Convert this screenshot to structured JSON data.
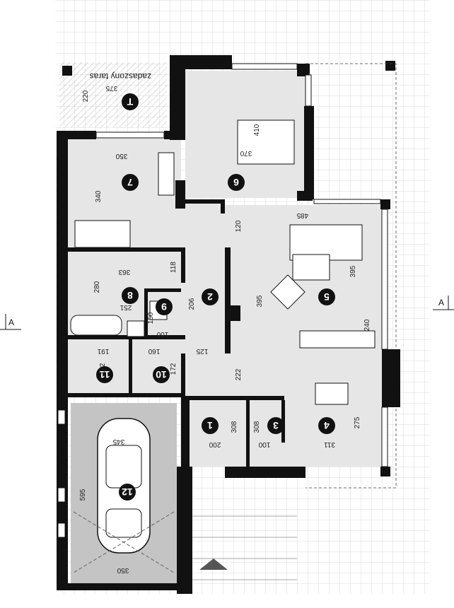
{
  "plan": {
    "section_label_left": "A",
    "section_label_right": "A",
    "terrace_label": "zadaszony taras",
    "rooms": [
      {
        "num": "1"
      },
      {
        "num": "2"
      },
      {
        "num": "3"
      },
      {
        "num": "4"
      },
      {
        "num": "5"
      },
      {
        "num": "6"
      },
      {
        "num": "7"
      },
      {
        "num": "8"
      },
      {
        "num": "9"
      },
      {
        "num": "10"
      },
      {
        "num": "11"
      },
      {
        "num": "12"
      },
      {
        "num": "T"
      }
    ],
    "dimensions": {
      "terrace_w": "375",
      "terrace_h": "220",
      "r7_w": "350",
      "r7_h": "340",
      "r6_w": "370",
      "r6_h": "410",
      "r5_w": "485",
      "r5_h": "395",
      "r5_b": "120",
      "r5_c": "395",
      "r5_d": "240",
      "r8_w": "363",
      "r8_h": "118",
      "r8_c": "280",
      "r8_d": "251",
      "r9_w": "100",
      "r9_h": "150",
      "r2_h": "206",
      "r2_w": "125",
      "r11_w": "191",
      "r11_h": "172",
      "r10_w": "160",
      "r10_h": "172",
      "r4_h": "222",
      "r4_w": "311",
      "r4_c": "275",
      "r1_w": "200",
      "r1_h": "308",
      "r3_w": "100",
      "r3_h": "308",
      "r12_w": "345",
      "r12_h": "595",
      "r12_b": "350"
    }
  }
}
